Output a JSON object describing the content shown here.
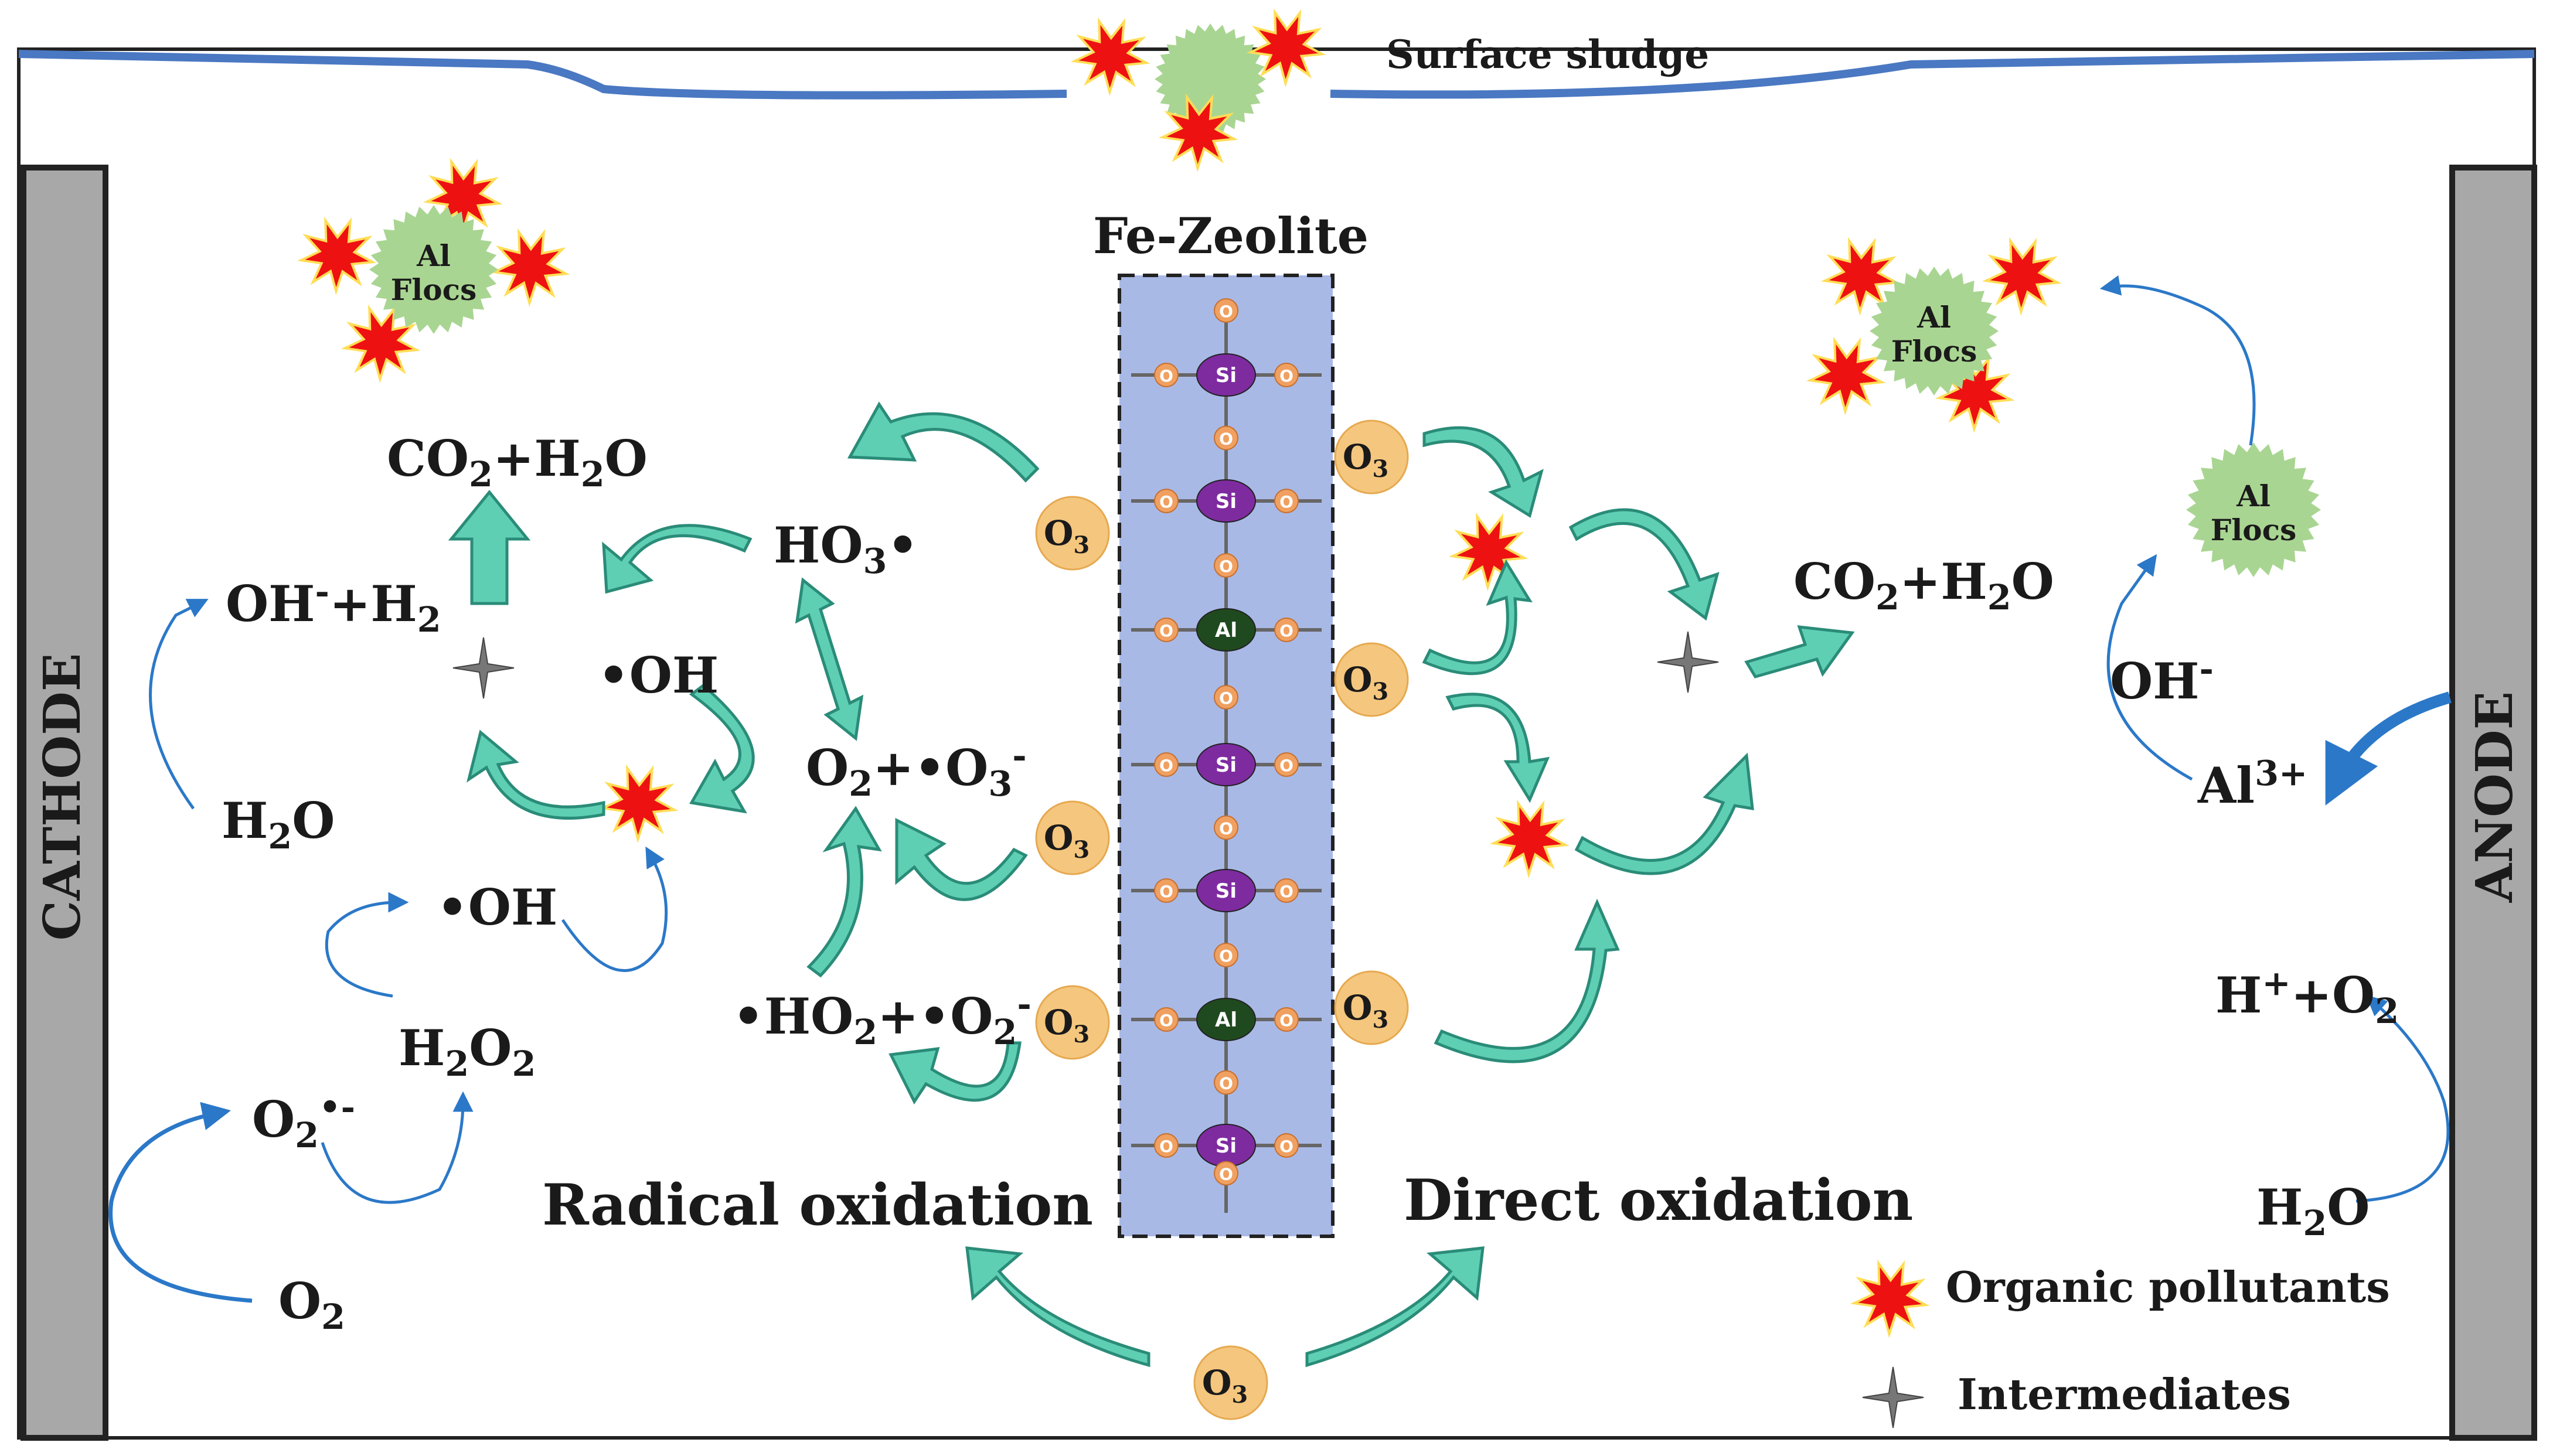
{
  "labels": {
    "surface": "Surface sludge",
    "zeolite": "Fe-Zeolite",
    "cathode": "CATHODE",
    "anode": "ANODE",
    "radical": "Radical oxidation",
    "direct": "Direct oxidation",
    "al": "Al",
    "flocs": "Flocs",
    "si": "Si",
    "o": "O",
    "o3": "O",
    "o3_sub": "3",
    "legend_pollutants": "Organic pollutants",
    "legend_intermediates": "Intermediates"
  },
  "species": {
    "co2": "CO",
    "co2_sub": "2",
    "co2_rest": "+H",
    "h2o_sub": "2",
    "o_end": "O",
    "h": "H",
    "o": "O",
    "two": "2",
    "three": "3",
    "ho3": "HO",
    "ho3_dot": "•",
    "oh_rad": "•OH",
    "oh_minus": "OH",
    "minus": "-",
    "dotminus": "•-",
    "plus_h2": "+H",
    "o2_plus": "+•O",
    "o2_minus_lbl": "O",
    "ho2_rad": "•HO",
    "plus_o2_rad": "+•O",
    "h2o2": "O",
    "al3": "Al",
    "al3_sup": "3+",
    "h_plus": "H",
    "plus": "+",
    "plus_o": "+O"
  },
  "colors": {
    "surface_line": "#4a78c2",
    "electrode": "#a8a8a8",
    "zeolite_fill": "#a9b9e6",
    "teal": "#5fcfb4",
    "teal_dark": "#2a8c78",
    "ozone": "#f5c67e",
    "pollutant": "#ee1111",
    "floc": "#a9d592",
    "si": "#7e2ba0",
    "al_atom": "#1f4a1f",
    "o_atom": "#f0a060",
    "blue_arrow": "#2b78c8"
  },
  "icons": [
    "pollutant-star-icon",
    "intermediate-star-icon",
    "ozone-bubble-icon",
    "floc-icon"
  ]
}
